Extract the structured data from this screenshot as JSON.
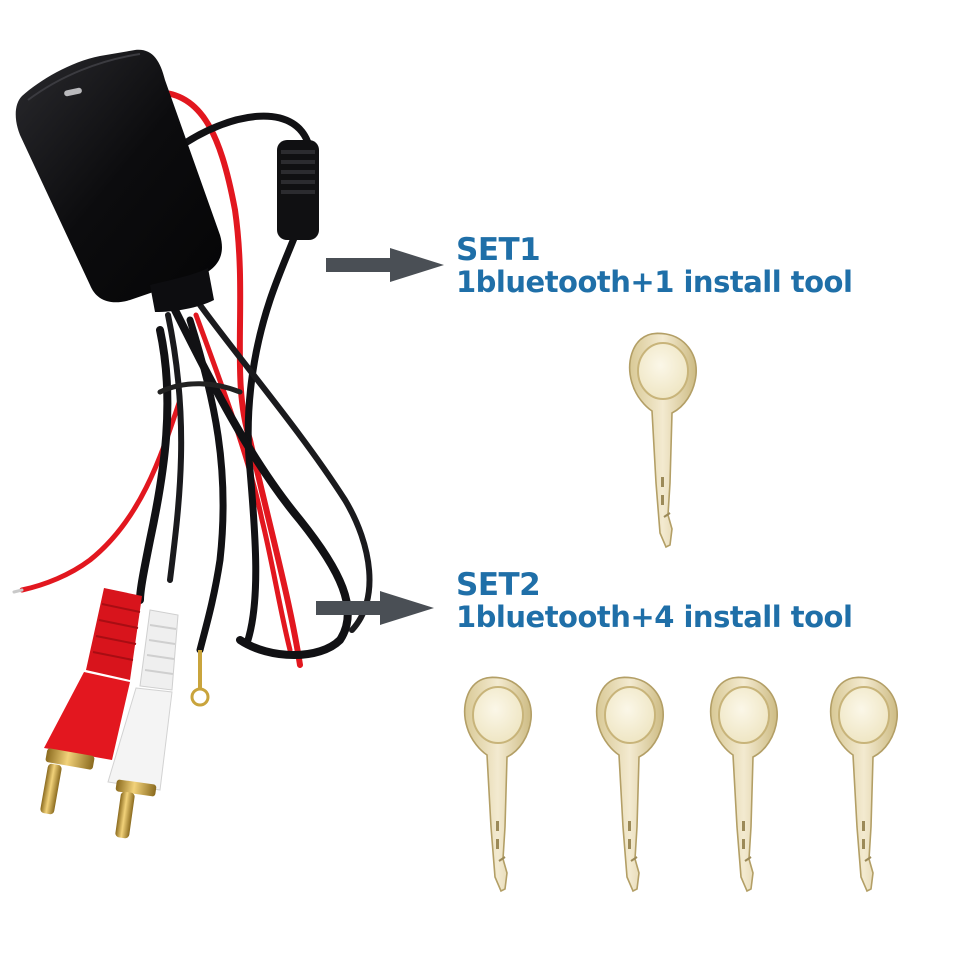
{
  "colors": {
    "label_text": "#1f6fa8",
    "arrow": "#4a4f55",
    "device_body": "#0c0c0e",
    "wire_red": "#e2171f",
    "wire_black": "#111114",
    "rca_red": "#d8141c",
    "rca_white": "#f2f2f2",
    "tool_fill": "#eee4bf",
    "tool_edge": "#bfae7c"
  },
  "sets": [
    {
      "title": "SET1",
      "description": "1bluetooth+1 install tool",
      "tool_count": 1
    },
    {
      "title": "SET2",
      "description": "1bluetooth+4 install tool",
      "tool_count": 4
    }
  ],
  "icons": [
    "arrow-right-icon",
    "install-tool-icon"
  ]
}
